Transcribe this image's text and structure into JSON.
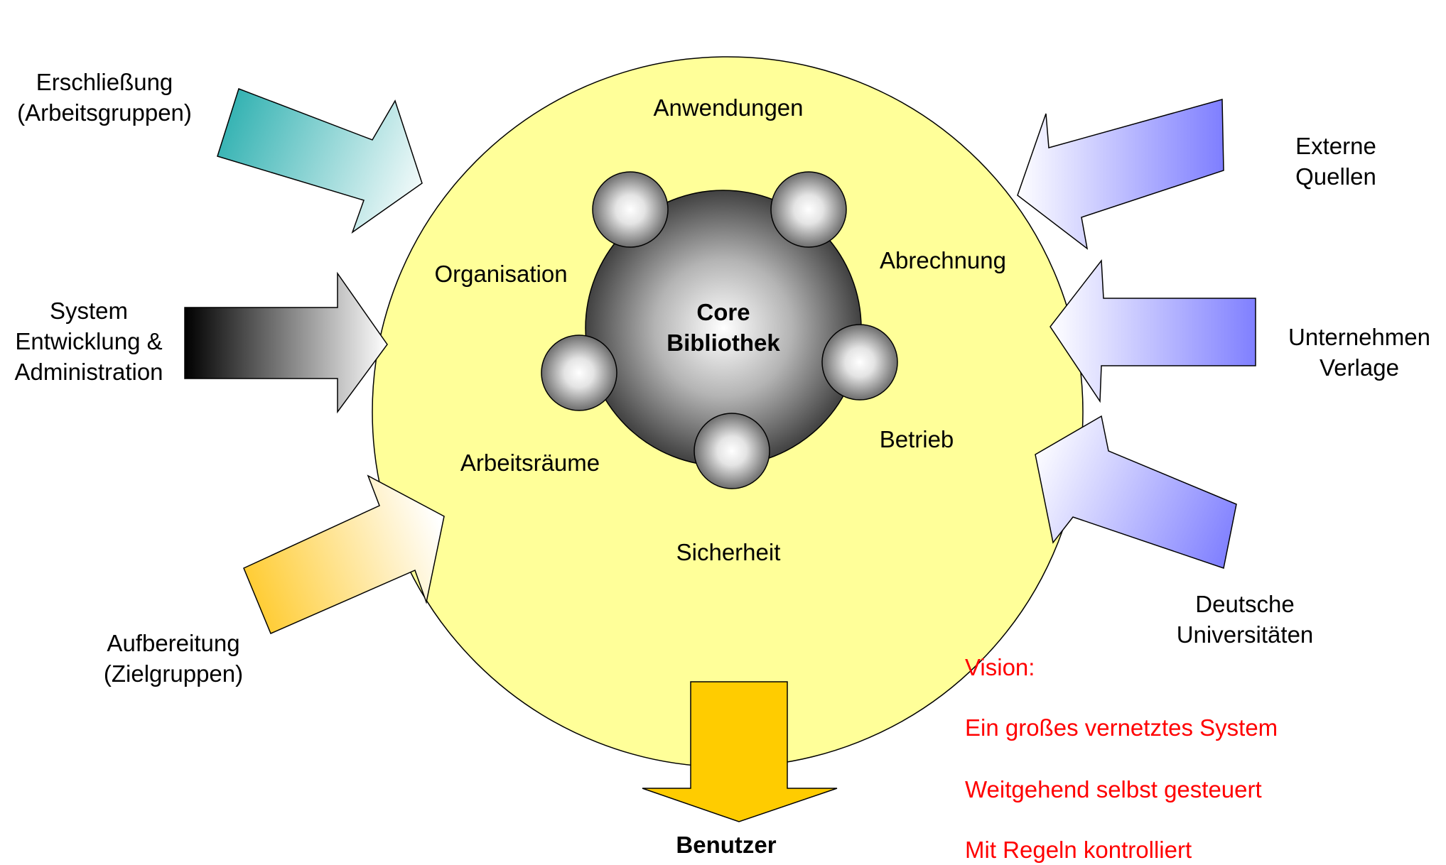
{
  "core": {
    "title": "Core\nBibliothek"
  },
  "ring": {
    "anwendungen": "Anwendungen",
    "organisation": "Organisation",
    "abrechnung": "Abrechnung",
    "arbeitsraeume": "Arbeitsräume",
    "betrieb": "Betrieb",
    "sicherheit": "Sicherheit"
  },
  "inputs": {
    "erschliessung": "Erschließung\n(Arbeitsgruppen)",
    "system": "System\nEntwicklung &\nAdministration",
    "aufbereitung": "Aufbereitung\n(Zielgruppen)",
    "externe": "Externe Quellen",
    "unternehmen": "Unternehmen\nVerlage",
    "universitaeten": "Deutsche Universitäten"
  },
  "output": {
    "benutzer": "Benutzer"
  },
  "vision": {
    "title": "Vision:",
    "line1": "Ein großes vernetztes System",
    "line2": "Weitgehend selbst gesteuert",
    "line3": "Mit Regeln kontrolliert"
  },
  "colors": {
    "circle": "#ffff99",
    "teal": "#33b2b2",
    "black": "#000000",
    "orange": "#ffcc33",
    "blue": "#7f7fff",
    "output": "#ffcc00",
    "vision_text": "#ff0000"
  }
}
